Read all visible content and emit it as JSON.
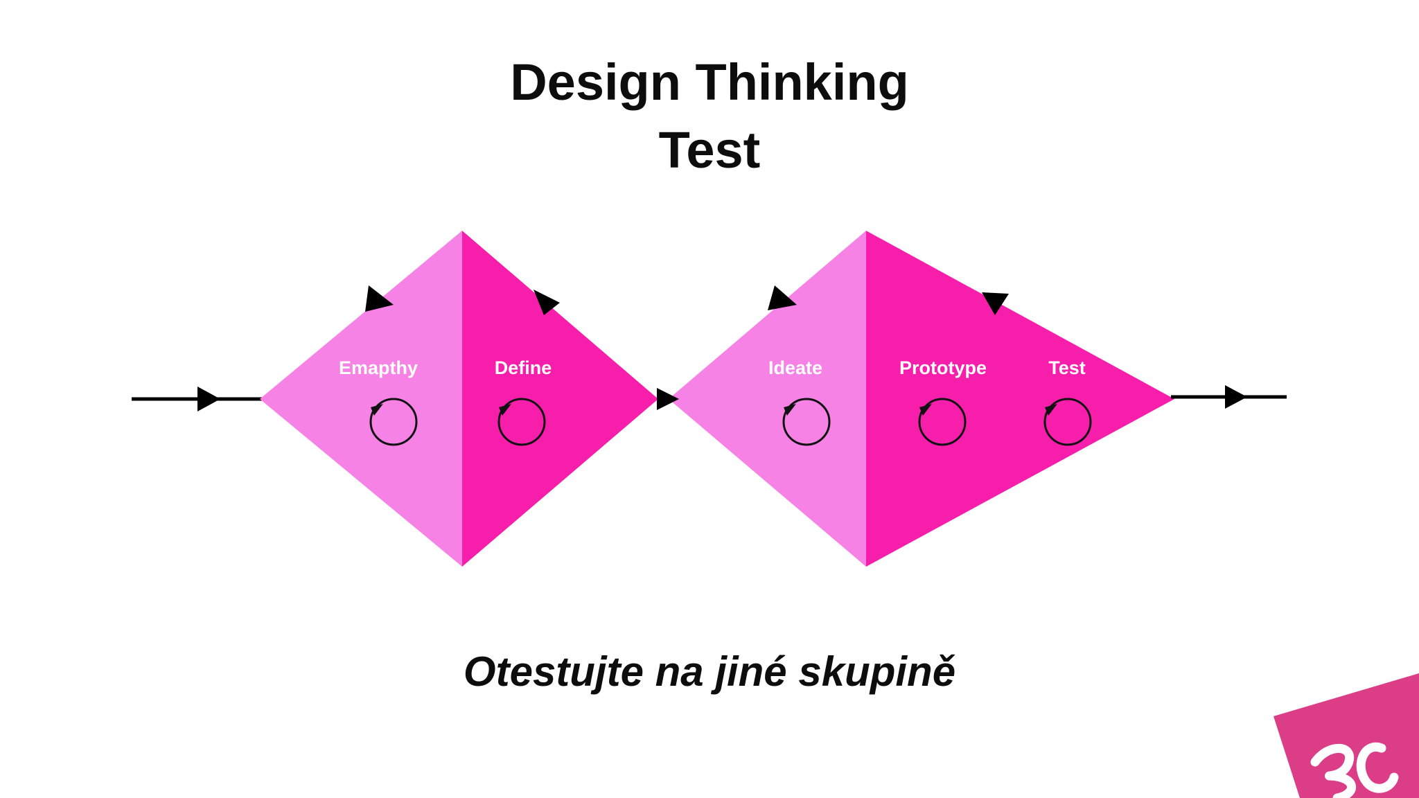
{
  "title": {
    "line1": "Design Thinking",
    "line2": "Test"
  },
  "phases": [
    {
      "label": "Emapthy"
    },
    {
      "label": "Define"
    },
    {
      "label": "Ideate"
    },
    {
      "label": "Prototype"
    },
    {
      "label": "Test"
    }
  ],
  "subtitle": "Otestujte na jiné skupině",
  "colors": {
    "light_pink": "#f782e6",
    "dark_pink": "#f71eab",
    "logo_pink": "#dc3d87",
    "text": "#0d0d0d"
  },
  "icons": [
    "cycle-icon",
    "arrow-right-icon",
    "logo-mark"
  ]
}
